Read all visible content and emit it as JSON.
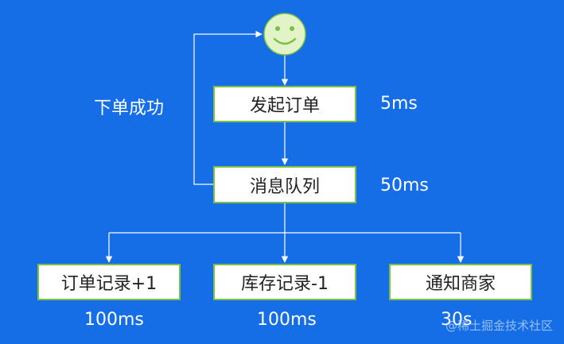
{
  "nodes": {
    "place_order": "发起订单",
    "message_queue": "消息队列",
    "order_record": "订单记录+1",
    "inventory_record": "库存记录-1",
    "notify_merchant": "通知商家"
  },
  "timings": {
    "place_order": "5ms",
    "message_queue": "50ms",
    "order_record": "100ms",
    "inventory_record": "100ms",
    "notify_merchant": "30s"
  },
  "feedback_label": "下单成功",
  "user_icon": "smiley-face-icon",
  "watermark": "@稀土掘金技术社区",
  "colors": {
    "background": "#156ee6",
    "box_fill": "#ffffff",
    "box_border": "#7ac043",
    "face_fill": "#e2f3c8",
    "connector": "#ffffff"
  }
}
